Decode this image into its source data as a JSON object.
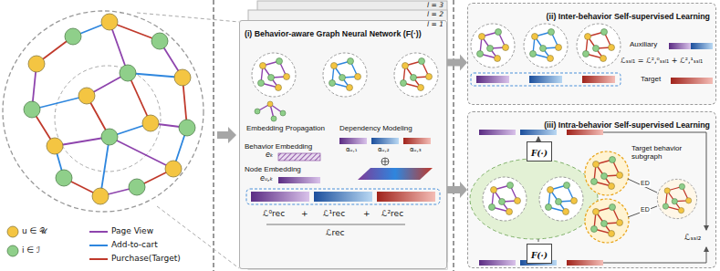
{
  "diagram": {
    "nodes": [
      {
        "text": [
          "(i) Behavior-aware Graph Neural Network (F(·))"
        ]
      },
      {
        "text": [
          "(ii) Inter-behavior Self-supervised Learning"
        ]
      },
      {
        "text": [
          "(iii) Intra-behavior Self-supervised Learning"
        ]
      },
      {
        "text": [
          "F(·)"
        ],
        "in": 2
      },
      {
        "text": [
          "F(·)"
        ],
        "in": 2
      }
    ],
    "edges": [
      {
        "from": 0,
        "to": 1,
        "arrow": "to"
      },
      {
        "from": 0,
        "to": 2,
        "arrow": "to"
      }
    ],
    "labels": [
      "l = 3",
      "l = 2",
      "l = 1",
      "Embedding Propagation",
      "Dependency Modeling",
      "αᵤ,₁",
      "αᵤ,₂",
      "αᵤ,₃",
      "Behavior Embedding",
      "eₖ",
      "Node Embedding",
      "eᵤ,ₖ",
      "ℒ⁰rec",
      "+",
      "ℒ¹rec",
      "+",
      "ℒ²rec",
      "ℒrec",
      "Auxiliary",
      "ℒₛₛₗ₁ = ℒ²,⁰ₛₛₗ₁ + ℒ²,¹ₛₛₗ₁",
      "Target",
      "Target behavior subgraph",
      "ED",
      "ED",
      "ℒₛₛₗ₂"
    ],
    "legend": [
      {
        "text": "u ∈ 𝒰"
      },
      {
        "text": "i ∈ ℐ"
      },
      {
        "text": "Page View"
      },
      {
        "text": "Add-to-cart"
      },
      {
        "text": "Purchase(Target)"
      }
    ]
  }
}
